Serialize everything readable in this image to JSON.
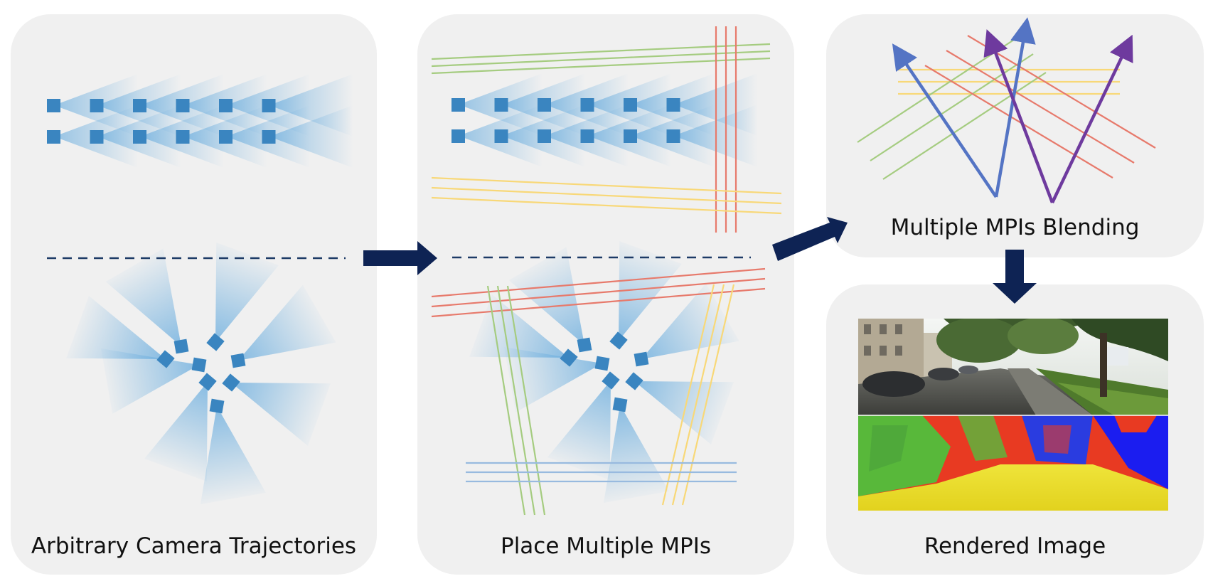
{
  "panels": {
    "trajectories": {
      "caption": "Arbitrary Camera Trajectories"
    },
    "place": {
      "caption": "Place Multiple MPIs"
    },
    "blending": {
      "caption": "Multiple MPIs Blending"
    },
    "rendered": {
      "caption": "Rendered Image"
    }
  },
  "colors": {
    "panel_bg": "#f0f0f0",
    "camera_blue": "#3a85c0",
    "frustum_blue": "#5aa5dc",
    "dashed_navy": "#1d3b66",
    "arrow_navy": "#0e2354",
    "mpi_green": "#a5cc80",
    "mpi_red": "#e77a6c",
    "mpi_yellow": "#f8d878",
    "mpi_blue": "#98badf",
    "ray_blue": "#5474c4",
    "ray_purple": "#6e3a9e"
  },
  "icons": {
    "camera": "camera-square-icon",
    "frustum": "camera-frustum-icon",
    "flow_arrow": "flow-arrow-icon"
  }
}
